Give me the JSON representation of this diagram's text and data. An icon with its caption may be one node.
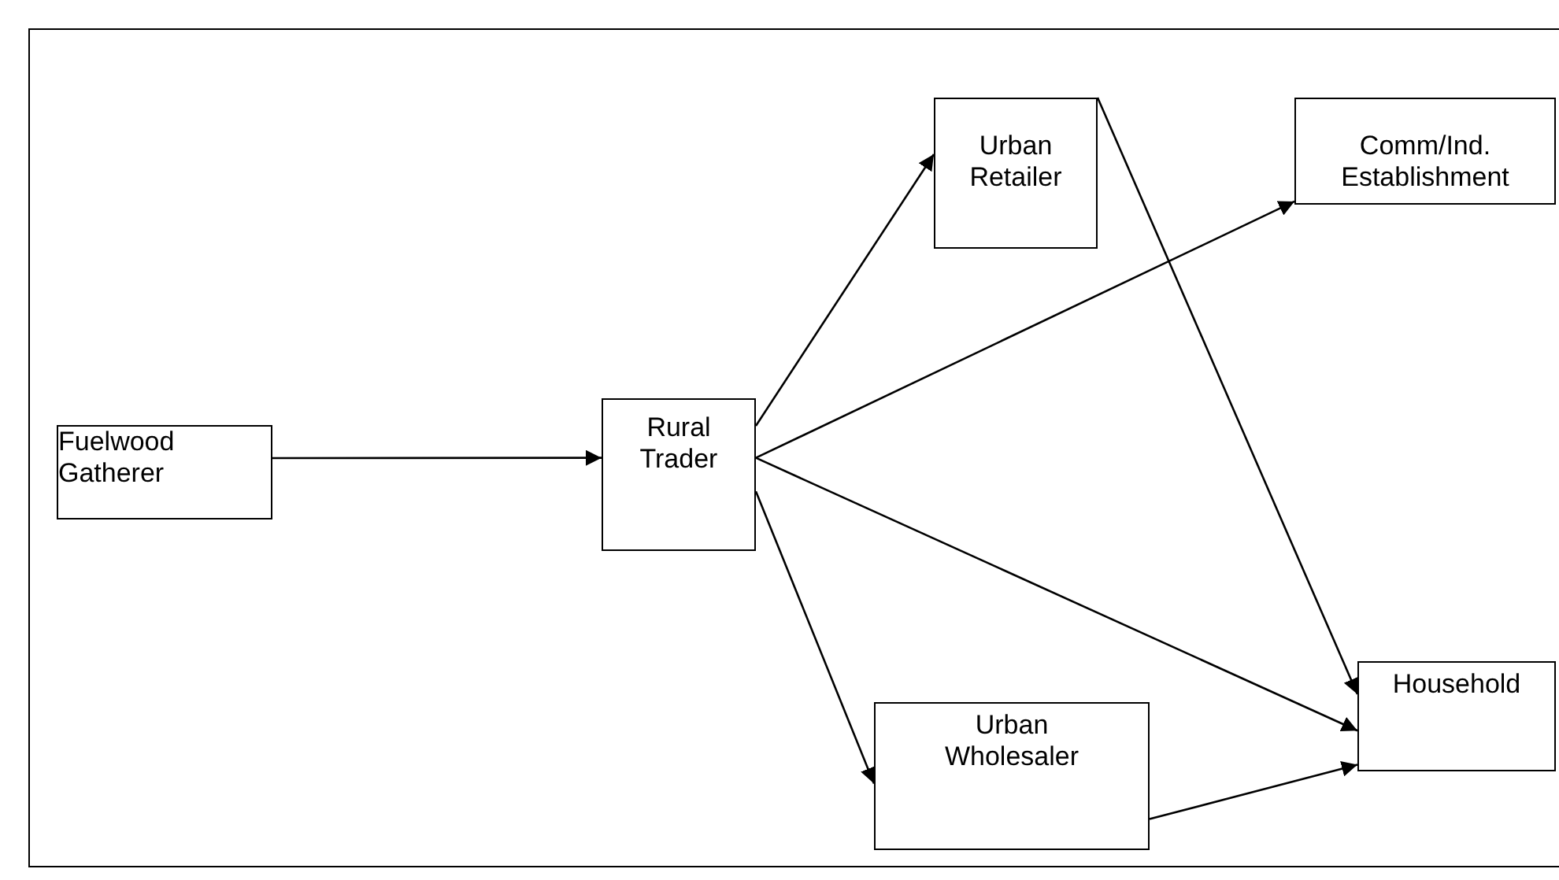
{
  "diagram": {
    "nodes": [
      {
        "text": [
          "Fuelwood Gatherer"
        ]
      },
      {
        "text": [
          "Rural Trader"
        ]
      },
      {
        "text": [
          "Urban Retailer"
        ]
      },
      {
        "text": [
          "Comm/Ind. Establishment"
        ]
      },
      {
        "text": [
          "Urban Wholesaler"
        ]
      },
      {
        "text": [
          "Household"
        ]
      }
    ],
    "edges": [
      {
        "from": 0,
        "to": 1,
        "arrow": "to"
      },
      {
        "from": 1,
        "to": 2,
        "arrow": "to"
      },
      {
        "from": 1,
        "to": 3,
        "arrow": "to"
      },
      {
        "from": 1,
        "to": 5,
        "arrow": "to"
      },
      {
        "from": 1,
        "to": 4,
        "arrow": "to"
      },
      {
        "from": 2,
        "to": 5,
        "arrow": "to"
      },
      {
        "from": 4,
        "to": 5,
        "arrow": "to"
      }
    ]
  }
}
